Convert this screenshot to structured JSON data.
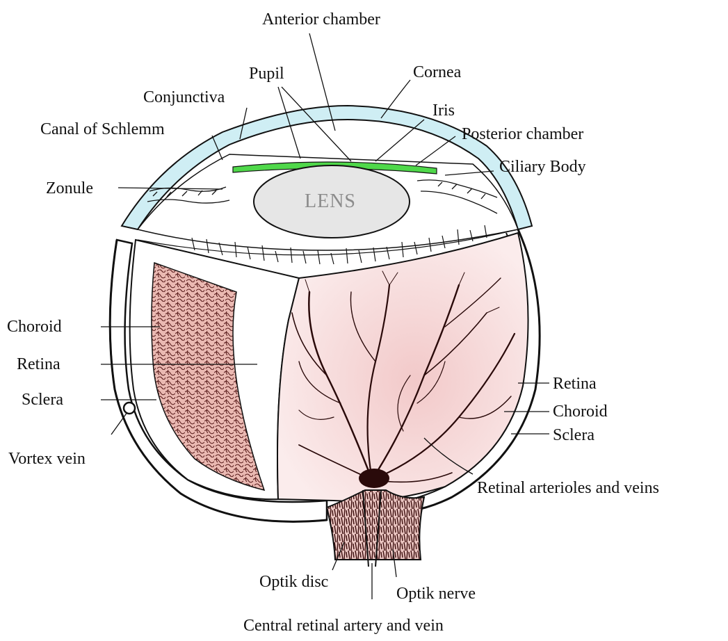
{
  "labels": {
    "anterior_chamber": "Anterior chamber",
    "pupil": "Pupil",
    "cornea": "Cornea",
    "conjunctiva": "Conjunctiva",
    "iris": "Iris",
    "canal_of_schlemm": "Canal of Schlemm",
    "posterior_chamber": "Posterior chamber",
    "ciliary_body": "Ciliary Body",
    "zonule": "Zonule",
    "lens": "LENS",
    "choroid_left": "Choroid",
    "retina_left": "Retina",
    "sclera_left": "Sclera",
    "vortex_vein": "Vortex vein",
    "retina_right": "Retina",
    "choroid_right": "Choroid",
    "sclera_right": "Sclera",
    "retinal_arterioles": "Retinal arterioles and veins",
    "optik_disc": "Optik disc",
    "optik_nerve": "Optik nerve",
    "central_retinal": "Central retinal artery and vein"
  },
  "colors": {
    "cornea_fill": "#cfeef4",
    "iris_highlight": "#4fd84a",
    "retina_tint": "#f4d6d6",
    "choroid_tint": "#e8b8b0",
    "vessel": "#2a0a0a",
    "outline": "#111111",
    "lens_fill": "#e6e6e6"
  }
}
